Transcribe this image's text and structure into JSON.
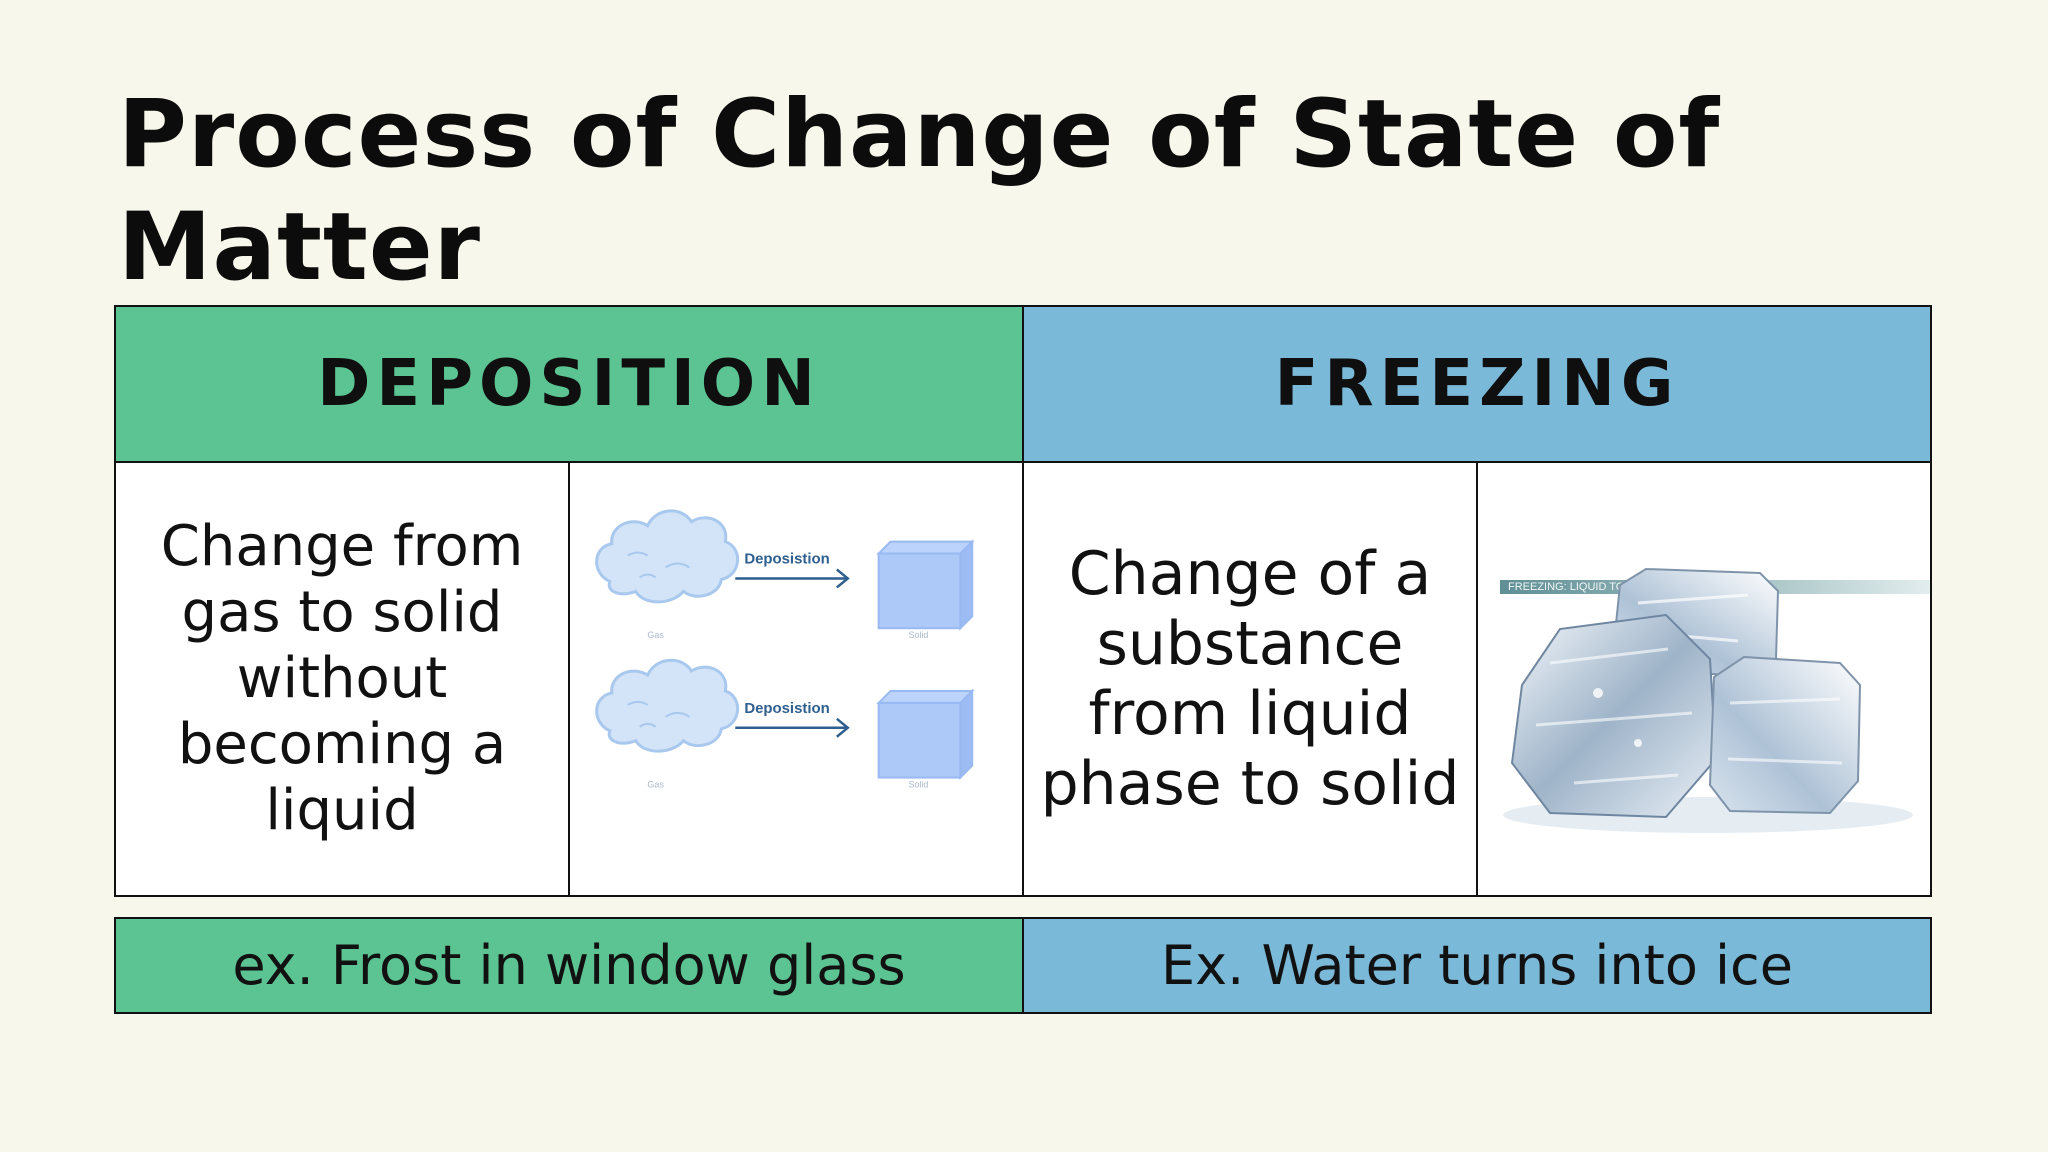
{
  "title": "Process of Change of State of Matter",
  "columns": {
    "deposition": {
      "header": "DEPOSITION",
      "description": "Change from gas to solid without becoming a liquid",
      "example": "ex. Frost in window glass",
      "diagram": {
        "rows": [
          {
            "from_label": "Gas",
            "arrow_label": "Deposistion",
            "to_label": "Solid"
          },
          {
            "from_label": "Gas",
            "arrow_label": "Deposistion",
            "to_label": "Solid"
          }
        ]
      }
    },
    "freezing": {
      "header": "FREEZING",
      "description": "Change of a substance from liquid phase to solid",
      "example": "Ex. Water turns into ice",
      "image_caption": "FREEZING: LIQUID TO SOLID"
    }
  },
  "colors": {
    "deposition_green": "#5bc492",
    "freezing_blue": "#7bb9d8",
    "background": "#f7f7ec"
  }
}
